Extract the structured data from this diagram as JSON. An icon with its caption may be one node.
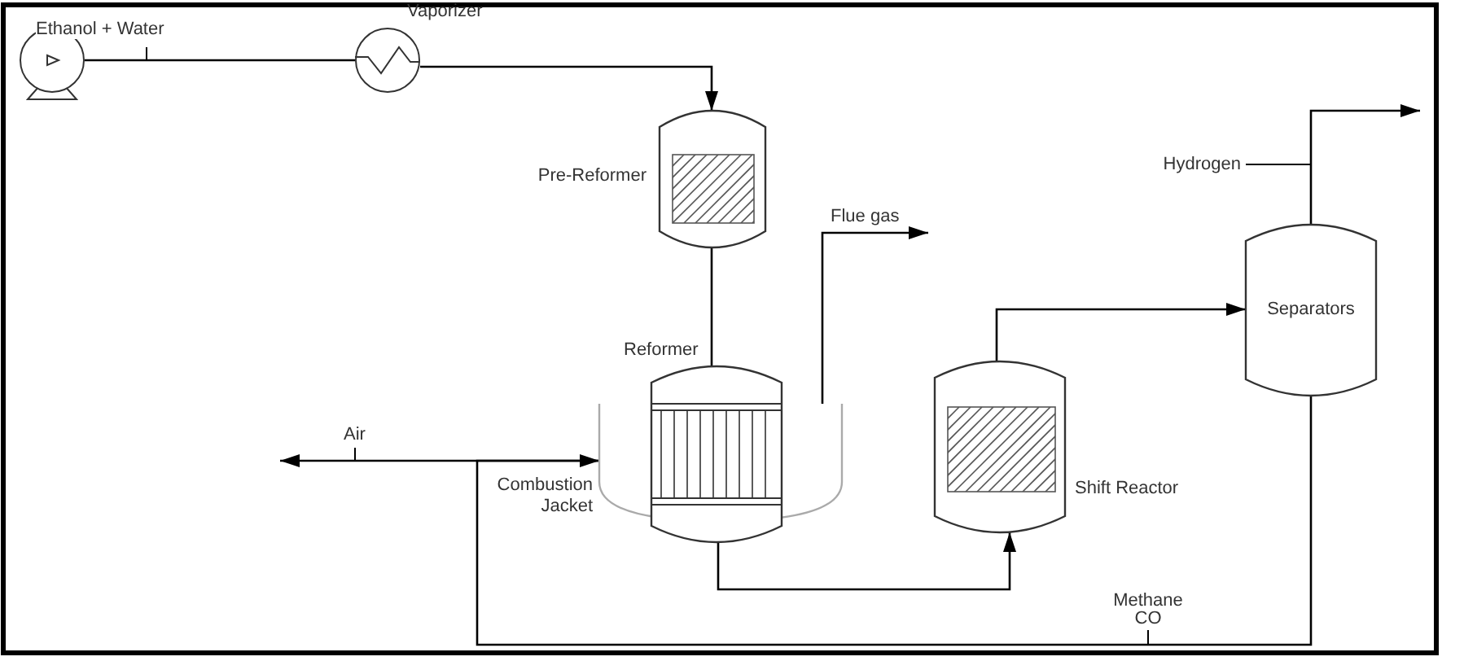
{
  "diagram": {
    "nodes": [
      {
        "text": [],
        "shape": "pump"
      },
      {
        "text": [
          "Vaporizer"
        ]
      },
      {
        "text": [
          "Pre-Reformer"
        ]
      },
      {
        "text": [
          "Combustion Jacket"
        ]
      },
      {
        "text": [
          "Reformer"
        ]
      },
      {
        "text": [
          "Shift Reactor"
        ]
      },
      {
        "text": [
          "Separators"
        ]
      }
    ],
    "edges": [
      {
        "from": 0,
        "to": 1,
        "arrow": "none",
        "label": "Ethanol + Water"
      },
      {
        "from": 1,
        "to": 2,
        "arrow": "to"
      },
      {
        "from": 2,
        "to": 4,
        "arrow": "none"
      },
      {
        "from": 4,
        "to": 5,
        "arrow": "to"
      },
      {
        "from": 5,
        "to": 6,
        "arrow": "to"
      },
      {
        "from": 6,
        "to": null,
        "arrow": "to",
        "label": "Hydrogen"
      },
      {
        "from": 3,
        "to": null,
        "arrow": "to",
        "label": "Flue gas"
      },
      {
        "from": 3,
        "to": null,
        "arrow": "to",
        "label": "Air"
      },
      {
        "from": 6,
        "to": 3,
        "arrow": "to",
        "label": "Methane CO"
      }
    ]
  }
}
